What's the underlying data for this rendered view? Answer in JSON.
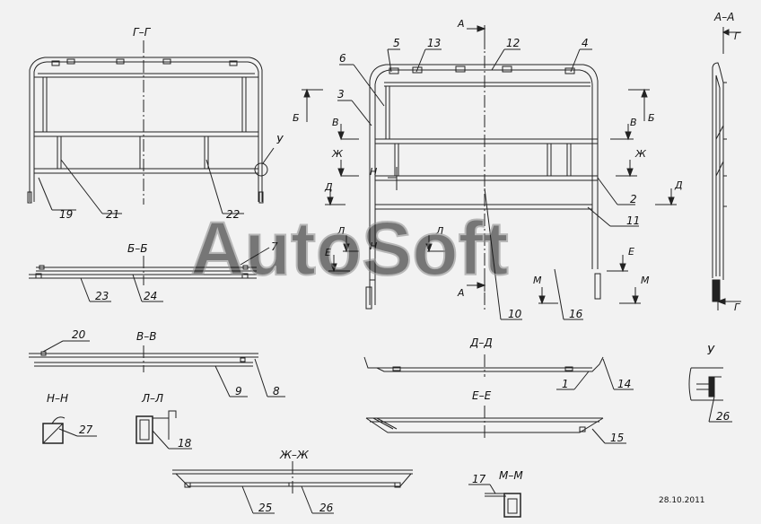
{
  "watermark": "AutoSoft",
  "date": "28.10.2011",
  "section_titles": {
    "gg": "Г–Г",
    "bb": "Б–Б",
    "vv": "В–В",
    "nn": "Н–Н",
    "ll": "Л–Л",
    "zhzh": "Ж–Ж",
    "aa": "А–А",
    "dd": "Д–Д",
    "ee": "Е–Е",
    "mm": "М–М",
    "u_detail": "У"
  },
  "cut_marks": {
    "a": "А",
    "b": "Б",
    "v": "В",
    "zh": "Ж",
    "n": "Н",
    "d": "Д",
    "l": "Л",
    "e": "Е",
    "m": "М",
    "g": "Г",
    "u": "У"
  },
  "part_numbers": {
    "p1": "1",
    "p2": "2",
    "p3": "3",
    "p4": "4",
    "p5": "5",
    "p6": "6",
    "p7": "7",
    "p8": "8",
    "p9": "9",
    "p10": "10",
    "p11": "11",
    "p12": "12",
    "p13": "13",
    "p14": "14",
    "p15": "15",
    "p16": "16",
    "p17": "17",
    "p18": "18",
    "p19": "19",
    "p20": "20",
    "p21": "21",
    "p22": "22",
    "p23": "23",
    "p24": "24",
    "p25": "25",
    "p26": "26",
    "p26b": "26",
    "p27": "27"
  },
  "colors": {
    "line": "#222222",
    "background": "#f2f2f2",
    "watermark": "#8a8a8a"
  }
}
